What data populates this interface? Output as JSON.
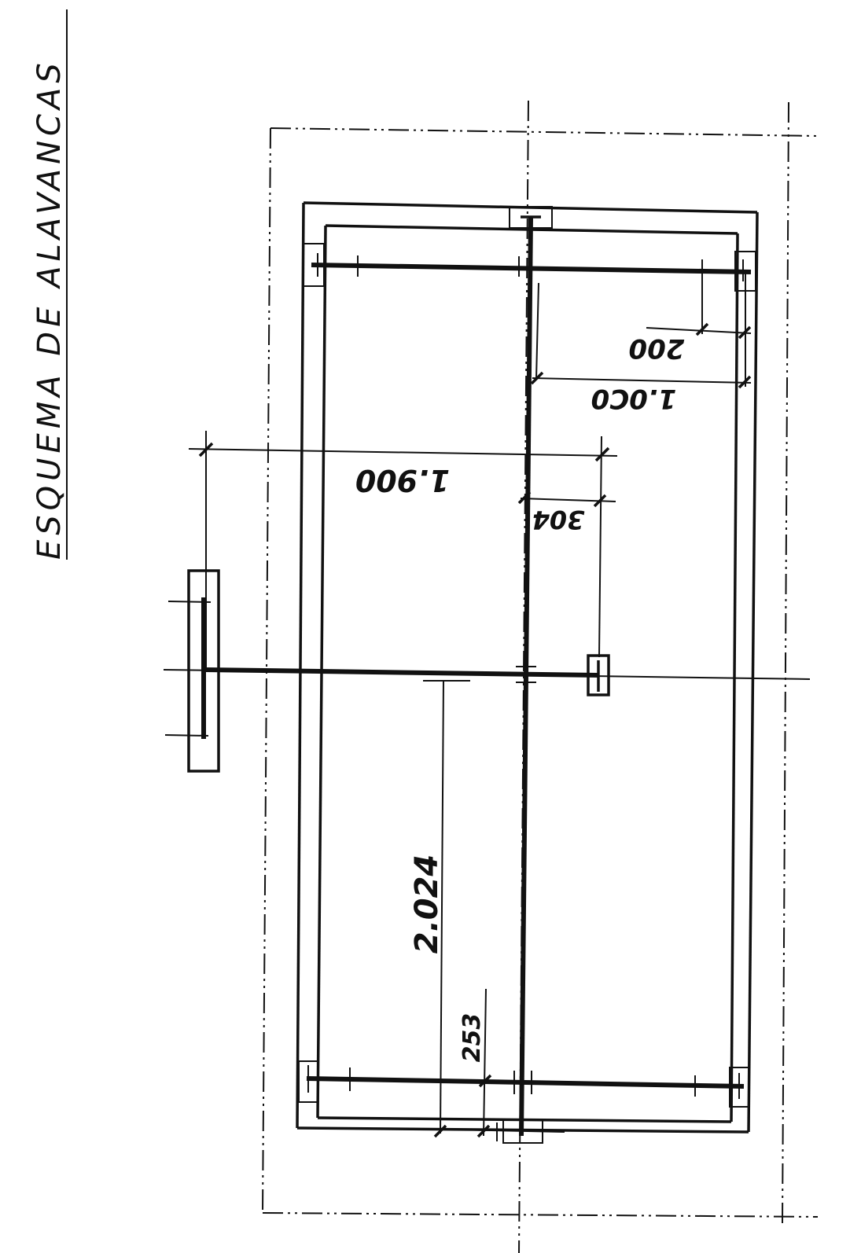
{
  "title": "ESQUEMA DE ALAVANCAS",
  "colors": {
    "ink": "#111111",
    "paper": "#ffffff"
  },
  "dimensions": {
    "d_1900": "1.900",
    "d_1000": "1.0C0",
    "d_200": "200",
    "d_304": "304",
    "d_2024": "2.024",
    "d_253": "253"
  }
}
